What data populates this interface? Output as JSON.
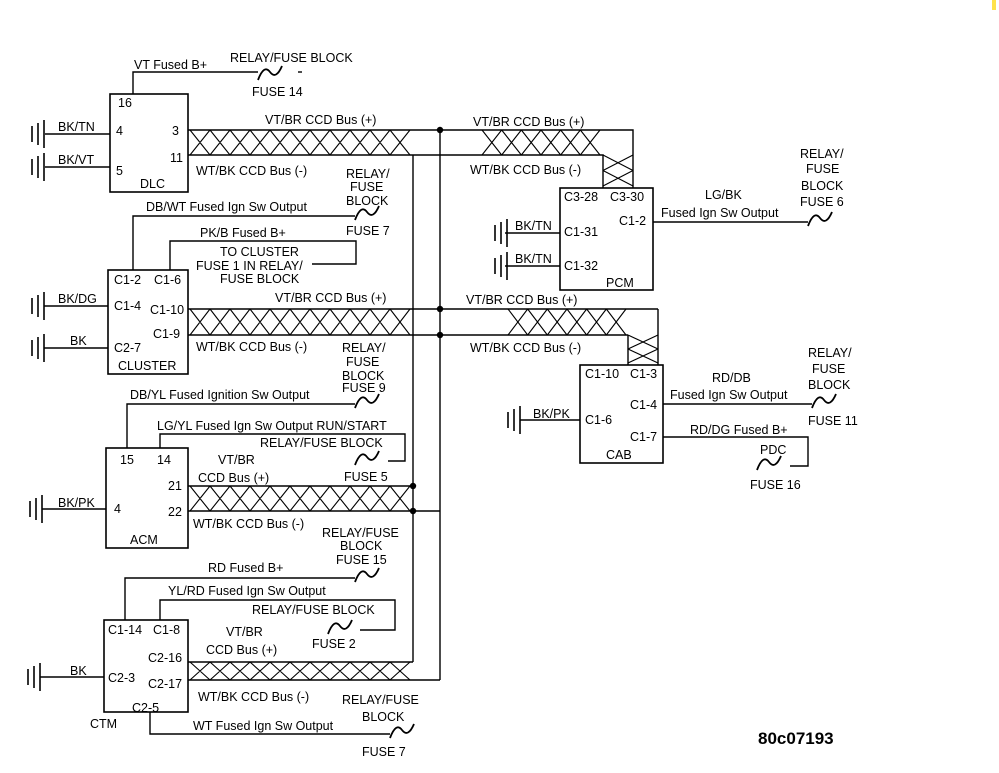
{
  "modules": {
    "dlc": "DLC",
    "cluster": "CLUSTER",
    "acm": "ACM",
    "ctm": "CTM",
    "pcm": "PCM",
    "cab": "CAB"
  },
  "pins": {
    "dlc": [
      "16",
      "4",
      "5",
      "3",
      "11"
    ],
    "cluster": [
      "C1-2",
      "C1-6",
      "C1-4",
      "C1-10",
      "C1-9",
      "C2-7"
    ],
    "acm": [
      "15",
      "14",
      "4",
      "21",
      "22"
    ],
    "ctm": [
      "C1-14",
      "C1-8",
      "C2-3",
      "C2-16",
      "C2-17",
      "C2-5"
    ],
    "pcm": [
      "C3-28",
      "C3-30",
      "C1-2",
      "C1-31",
      "C1-32"
    ],
    "cab": [
      "C1-10",
      "C1-3",
      "C1-4",
      "C1-6",
      "C1-7"
    ]
  },
  "wires": {
    "vt_fused_b": "VT Fused B+",
    "bk_tn": "BK/TN",
    "bk_vt": "BK/VT",
    "bk_dg": "BK/DG",
    "bk": "BK",
    "bk_pk": "BK/PK",
    "vtbr_ccd": "VT/BR CCD Bus (+)",
    "wtbk_ccd": "WT/BK CCD Bus (-)",
    "db_wt": "DB/WT Fused Ign Sw Output",
    "pk_b": "PK/B Fused B+",
    "lg_bk": "LG/BK",
    "lg_bk_2": "Fused Ign Sw Output",
    "db_yl": "DB/YL Fused Ignition Sw Output",
    "lg_yl": "LG/YL Fused Ign Sw Output RUN/START",
    "vt_br": "VT/BR",
    "ccd_pos": "CCD Bus (+)",
    "rd_db": "RD/DB",
    "rd_db_2": "Fused Ign Sw Output",
    "rd_dg": "RD/DG Fused B+",
    "rd_fused": "RD Fused B+",
    "yl_rd": "YL/RD Fused Ign Sw Output",
    "wt_fused": "WT Fused Ign Sw Output"
  },
  "labels": {
    "relay_fuse_block": "RELAY/FUSE BLOCK",
    "relay": "RELAY/",
    "fuse": "FUSE",
    "block": "BLOCK",
    "relay_fuse": "RELAY/FUSE",
    "pdc": "PDC",
    "fuse_14": "FUSE 14",
    "fuse_7": "FUSE 7",
    "fuse_6": "FUSE 6",
    "fuse_9": "FUSE 9",
    "fuse_5": "FUSE 5",
    "fuse_11": "FUSE 11",
    "fuse_16": "FUSE 16",
    "fuse_15": "FUSE 15",
    "fuse_2": "FUSE 2",
    "cluster_note_1": "TO CLUSTER",
    "cluster_note_2": "FUSE 1 IN RELAY/",
    "cluster_note_3": "FUSE BLOCK"
  },
  "figure_ref": "80c07193"
}
